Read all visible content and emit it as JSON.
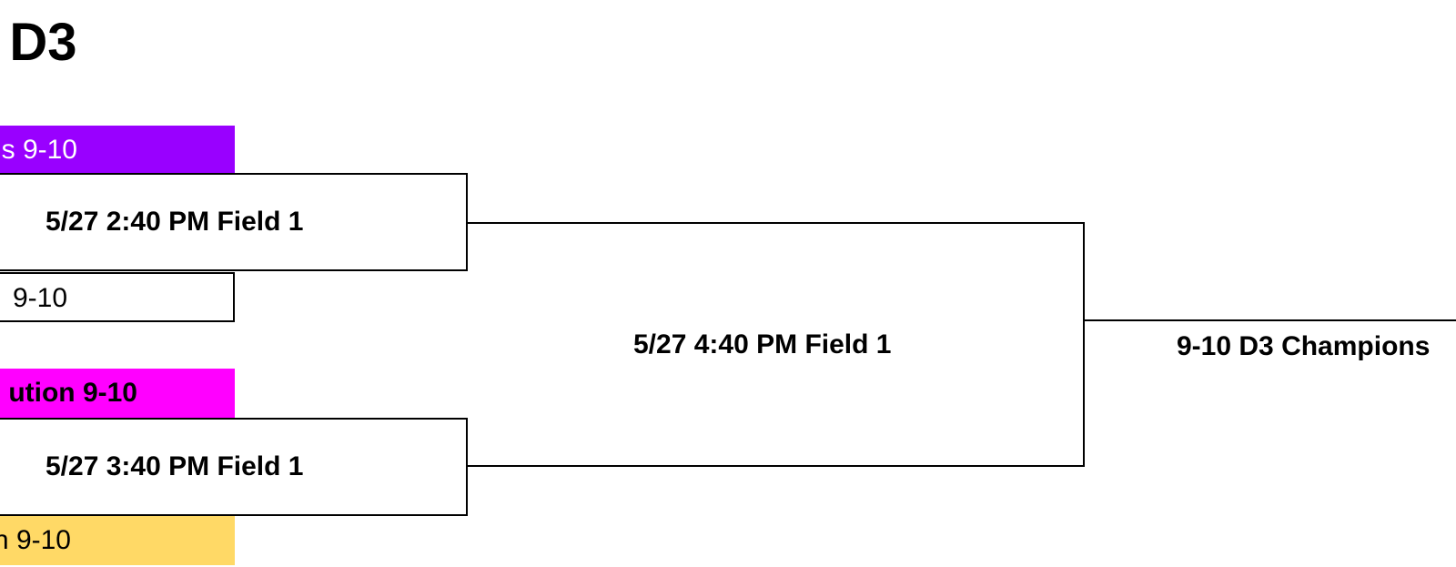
{
  "title": "0 D3",
  "teams": [
    {
      "name": "s 9-10",
      "color": "#9900ff"
    },
    {
      "name": " 9-10",
      "color": "#ffffff"
    },
    {
      "name": "ution 9-10",
      "color": "#ff00ff"
    },
    {
      "name": "n 9-10",
      "color": "#ffd966"
    }
  ],
  "games": [
    {
      "label": "5/27 2:40 PM Field 1"
    },
    {
      "label": "5/27 3:40 PM Field 1"
    }
  ],
  "final_game": {
    "label": "5/27 4:40 PM Field 1"
  },
  "champion": {
    "label": "9-10 D3 Champions"
  }
}
